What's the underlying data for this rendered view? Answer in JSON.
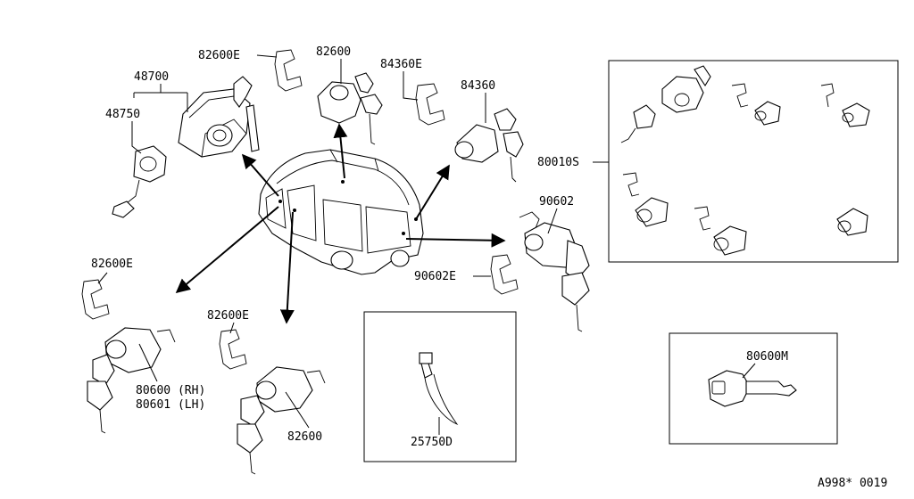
{
  "labels": {
    "p48700": "48700",
    "p48750": "48750",
    "p82600e_top": "82600E",
    "p82600_top": "82600",
    "p84360e": "84360E",
    "p84360": "84360",
    "p80010s": "80010S",
    "p90602": "90602",
    "p90602e": "90602E",
    "p82600e_left": "82600E",
    "p80600rh": "80600 (RH)",
    "p80601lh": "80601 (LH)",
    "p82600e_mid": "82600E",
    "p82600_bottom": "82600",
    "p25750d": "25750D",
    "p80600m": "80600M",
    "diagram_code": "A998* 0019"
  },
  "icons": {
    "van": "van-outline-icon",
    "ignition_lock": "ignition-lock-icon",
    "door_cylinder": "door-lock-cylinder-icon",
    "retainer_clip": "retainer-clip-icon",
    "key": "key-icon",
    "wire_harness": "harness-clip-icon"
  }
}
